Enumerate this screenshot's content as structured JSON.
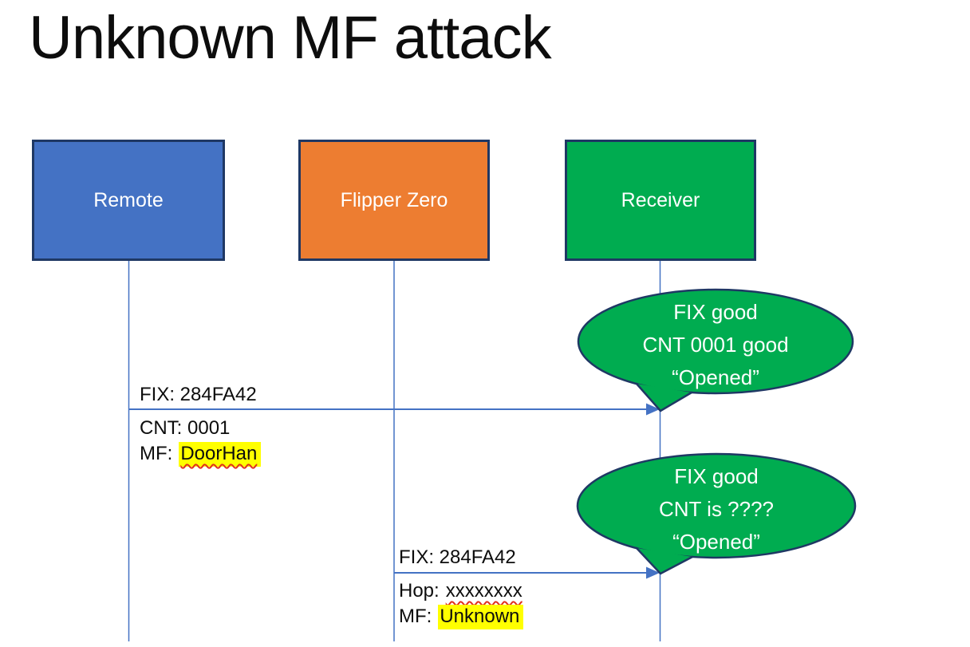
{
  "title": "Unknown MF attack",
  "actors": [
    {
      "label": "Remote",
      "fill": "#4472C4"
    },
    {
      "label": "Flipper Zero",
      "fill": "#ED7D31"
    },
    {
      "label": "Receiver",
      "fill": "#00AC50"
    }
  ],
  "messages": [
    {
      "from": "Remote",
      "to": "Receiver",
      "above": "FIX: 284FA42",
      "below1": "CNT: 0001",
      "below2_prefix": "MF:",
      "below2_value": "DoorHan"
    },
    {
      "from": "Flipper Zero",
      "to": "Receiver",
      "above": "FIX: 284FA42",
      "below1_prefix": "Hop:",
      "below1_value": "xxxxxxxx",
      "below2_prefix": "MF:",
      "below2_value": "Unknown"
    }
  ],
  "callouts": [
    {
      "lines": [
        "FIX good",
        "CNT 0001 good",
        "“Opened”"
      ]
    },
    {
      "lines": [
        "FIX good",
        "CNT is ????",
        "“Opened”"
      ]
    }
  ],
  "colors": {
    "actor_blue": "#4472C4",
    "actor_orange": "#ED7D31",
    "actor_green": "#00AC50",
    "outline_navy": "#1F3864",
    "connector_blue": "#4472C4",
    "bubble_green": "#00AC50",
    "highlight_yellow": "#FFFF00",
    "squiggle_red": "#E0301E",
    "text_black": "#0D0D0D",
    "bubble_text_white": "#FFFFFF"
  }
}
